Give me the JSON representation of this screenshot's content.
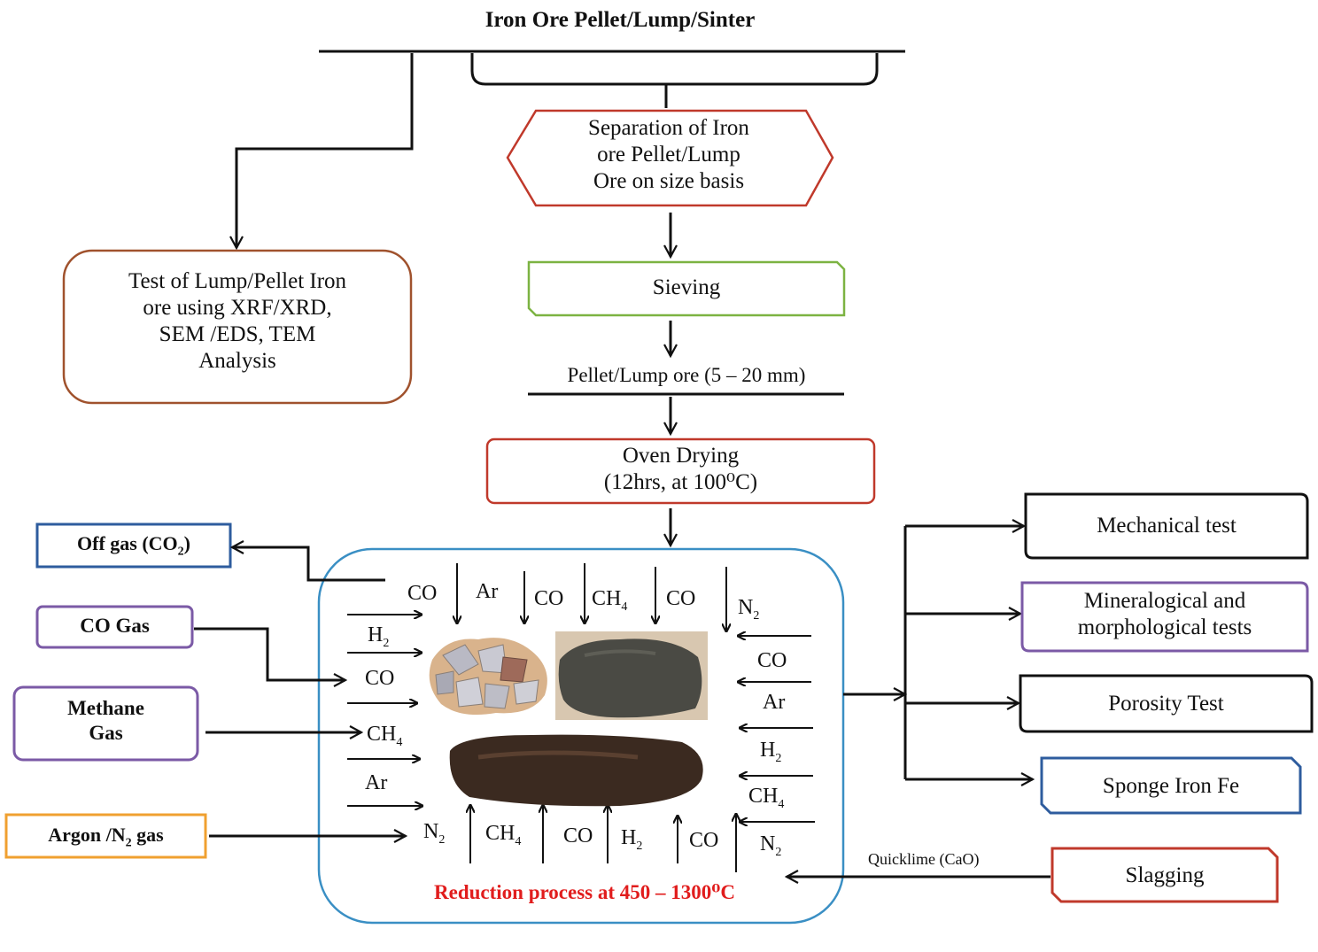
{
  "title": "Iron Ore Pellet/Lump/Sinter",
  "separation": {
    "line1": "Separation  of Iron",
    "line2": "ore Pellet/Lump",
    "line3": "Ore on size basis"
  },
  "test": {
    "line1": "Test  of Lump/Pellet Iron",
    "line2": "ore using XRF/XRD,",
    "line3": "SEM /EDS, TEM",
    "line4": "Analysis"
  },
  "sieving": "Sieving",
  "pellet_size": "Pellet/Lump ore (5  –  20  mm)",
  "oven": {
    "line1": "Oven Drying",
    "line2": "(12hrs, at 100⁰C)"
  },
  "inputs": {
    "offgas": {
      "label": "Off gas (CO",
      "sub": "2",
      "close": ")"
    },
    "co_gas": "CO Gas",
    "methane": {
      "line1": "Methane",
      "line2": "Gas"
    },
    "argon": {
      "label": "Argon  /N",
      "sub": "2",
      "rest": " gas"
    }
  },
  "reactor": {
    "top": [
      "CO",
      "Ar",
      "CO",
      "CH",
      "CO",
      "N"
    ],
    "top_subs": {
      "ch": "4",
      "n": "2"
    },
    "left": [
      "H",
      "CO",
      "CH",
      "Ar"
    ],
    "left_subs": {
      "h": "2",
      "ch": "4"
    },
    "right": [
      "CO",
      "Ar",
      "H",
      "CH",
      "N"
    ],
    "right_subs": {
      "h": "2",
      "ch": "4",
      "n": "2"
    },
    "bottom": [
      "N",
      "CH",
      "CO",
      "H",
      "CO"
    ],
    "bottom_subs": {
      "n": "2",
      "ch": "4",
      "h": "2"
    },
    "process": "Reduction process at  450 – 1300⁰C"
  },
  "outputs": {
    "mechanical": "Mechanical  test",
    "mineral": {
      "line1": "Mineralogical  and",
      "line2": "morphological  tests"
    },
    "porosity": "Porosity  Test",
    "sponge": "Sponge  Iron  Fe"
  },
  "slagging": "Slagging",
  "quicklime": "Quicklime (CaO)",
  "colors": {
    "brown": "#a0522d",
    "red": "#c0392b",
    "green": "#7cb342",
    "blue": "#2e5c9e",
    "purple": "#7b5aa6",
    "orange": "#f0a030",
    "reactor": "#3a8fc4",
    "black": "#111111"
  }
}
